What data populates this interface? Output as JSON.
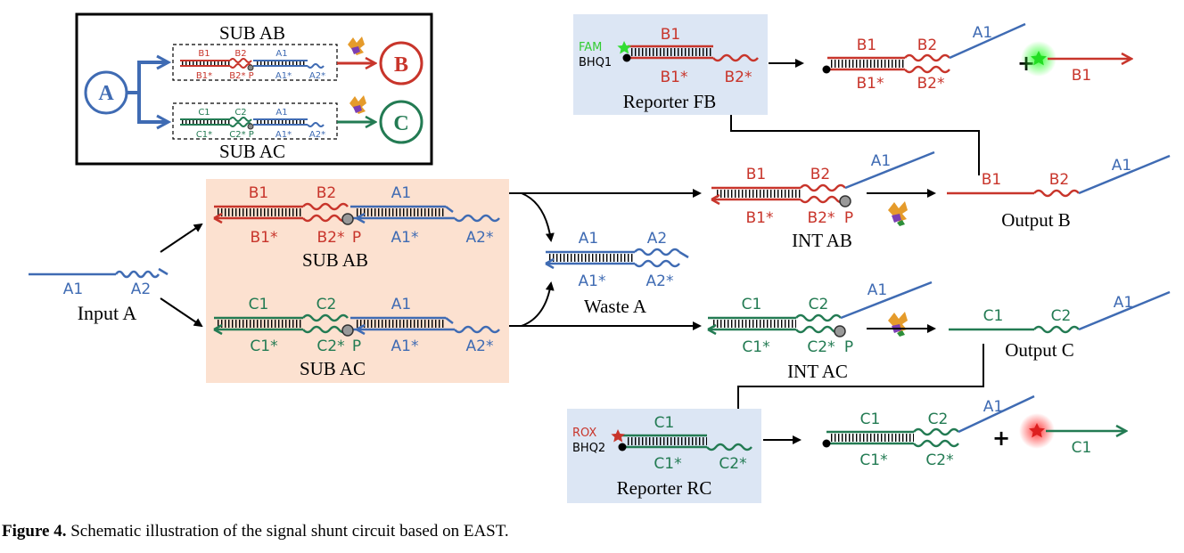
{
  "colors": {
    "red": "#c8352b",
    "green": "#237b53",
    "blue": "#3f6bb3",
    "substrate_bg": "#fce1d0",
    "reporter_bg": "#dce6f4"
  },
  "legend": {
    "title_ab": "SUB AB",
    "title_ac": "SUB AC",
    "node_a": "A",
    "node_b": "B",
    "node_c": "C",
    "ab_labels": [
      "B1",
      "B2",
      "A1",
      "B1*",
      "B2* P",
      "A1*",
      "A2*"
    ],
    "ac_labels": [
      "C1",
      "C2",
      "A1",
      "C1*",
      "C2* P",
      "A1*",
      "A2*"
    ]
  },
  "input_a": {
    "name": "Input A",
    "a1": "A1",
    "a2": "A2"
  },
  "sub_ab": {
    "name": "SUB AB",
    "b1": "B1",
    "b2": "B2",
    "a1": "A1",
    "b1s": "B1*",
    "b2s": "B2*",
    "p": "P",
    "a1s": "A1*",
    "a2s": "A2*"
  },
  "sub_ac": {
    "name": "SUB AC",
    "c1": "C1",
    "c2": "C2",
    "a1": "A1",
    "c1s": "C1*",
    "c2s": "C2*",
    "p": "P",
    "a1s": "A1*",
    "a2s": "A2*"
  },
  "waste_a": {
    "name": "Waste A",
    "a1": "A1",
    "a2": "A2",
    "a1s": "A1*",
    "a2s": "A2*"
  },
  "int_ab": {
    "name": "INT AB",
    "b1": "B1",
    "b2": "B2",
    "a1": "A1",
    "b1s": "B1*",
    "b2s": "B2*",
    "p": "P"
  },
  "int_ac": {
    "name": "INT AC",
    "c1": "C1",
    "c2": "C2",
    "a1": "A1",
    "c1s": "C1*",
    "c2s": "C2*",
    "p": "P"
  },
  "output_b": {
    "name": "Output B",
    "b1": "B1",
    "b2": "B2",
    "a1": "A1"
  },
  "output_c": {
    "name": "Output C",
    "c1": "C1",
    "c2": "C2",
    "a1": "A1"
  },
  "reporter_fb": {
    "name": "Reporter FB",
    "dye": "FAM",
    "quencher": "BHQ1",
    "b1": "B1",
    "b1s": "B1*",
    "b2s": "B2*"
  },
  "reporter_rc": {
    "name": "Reporter RC",
    "dye": "ROX",
    "quencher": "BHQ2",
    "c1": "C1",
    "c1s": "C1*",
    "c2s": "C2*"
  },
  "product_fb": {
    "b1": "B1",
    "b2": "B2",
    "a1": "A1",
    "b1s": "B1*",
    "b2s": "B2*",
    "plus": "+",
    "released": "B1"
  },
  "product_rc": {
    "c1": "C1",
    "c2": "C2",
    "a1": "A1",
    "c1s": "C1*",
    "c2s": "C2*",
    "plus": "+",
    "released": "C1"
  },
  "caption": {
    "label": "Figure 4.",
    "text": " Schematic illustration of the signal shunt circuit based on EAST."
  }
}
